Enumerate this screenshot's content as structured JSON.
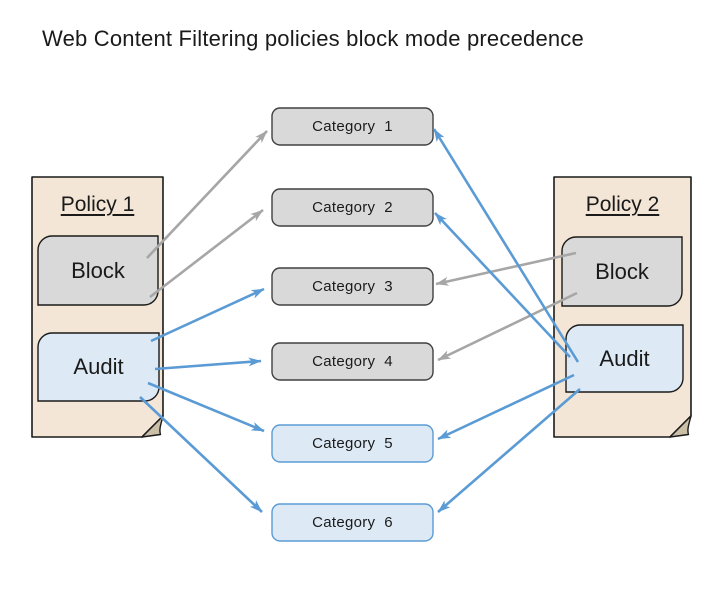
{
  "title": "Web Content Filtering policies block mode precedence",
  "policies": [
    {
      "name": "Policy 1",
      "modes": [
        {
          "label": "Block"
        },
        {
          "label": "Audit"
        }
      ]
    },
    {
      "name": "Policy 2",
      "modes": [
        {
          "label": "Block"
        },
        {
          "label": "Audit"
        }
      ]
    }
  ],
  "categories": [
    {
      "label": "Category  1"
    },
    {
      "label": "Category  2"
    },
    {
      "label": "Category  3"
    },
    {
      "label": "Category  4"
    },
    {
      "label": "Category  5"
    },
    {
      "label": "Category  6"
    }
  ],
  "edges": [
    {
      "from": "Policy 1 Block",
      "to": "Category 1",
      "style": "gray"
    },
    {
      "from": "Policy 1 Block",
      "to": "Category 2",
      "style": "gray"
    },
    {
      "from": "Policy 1 Audit",
      "to": "Category 3",
      "style": "blue"
    },
    {
      "from": "Policy 1 Audit",
      "to": "Category 4",
      "style": "blue"
    },
    {
      "from": "Policy 1 Audit",
      "to": "Category 5",
      "style": "blue"
    },
    {
      "from": "Policy 1 Audit",
      "to": "Category 6",
      "style": "blue"
    },
    {
      "from": "Policy 2 Block",
      "to": "Category 3",
      "style": "gray"
    },
    {
      "from": "Policy 2 Block",
      "to": "Category 4",
      "style": "gray"
    },
    {
      "from": "Policy 2 Audit",
      "to": "Category 1",
      "style": "blue"
    },
    {
      "from": "Policy 2 Audit",
      "to": "Category 2",
      "style": "blue"
    },
    {
      "from": "Policy 2 Audit",
      "to": "Category 5",
      "style": "blue"
    },
    {
      "from": "Policy 2 Audit",
      "to": "Category 6",
      "style": "blue"
    }
  ],
  "colors": {
    "document_fill": "#F3E6D6",
    "fold_fill": "#CCBFA8",
    "block_fill": "#D9D9D9",
    "audit_fill": "#DDEAF6",
    "category_gray_fill": "#D9D9D9",
    "category_blue_fill": "#DDEAF6",
    "category_blue_border": "#5B9BD5",
    "blue_arrow": "#5B9BD5",
    "gray_arrow": "#A6A6A6"
  }
}
